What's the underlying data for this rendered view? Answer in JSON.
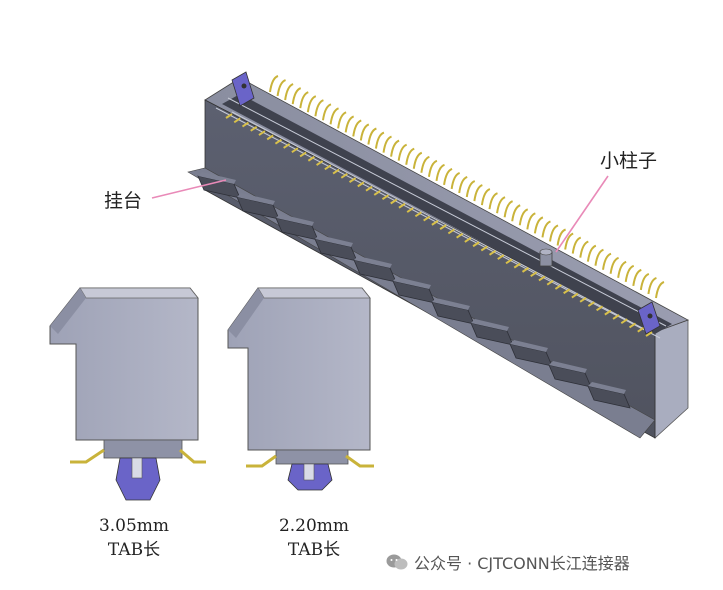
{
  "labels": {
    "hook": "挂台",
    "post": "小柱子"
  },
  "variants": [
    {
      "dimension": "3.05mm",
      "name": "TAB长"
    },
    {
      "dimension": "2.20mm",
      "name": "TAB长"
    }
  ],
  "watermark": {
    "text": "公众号 · CJTCONN长江连接器"
  },
  "colors": {
    "body": "#6b6f7f",
    "body_light": "#a7abbd",
    "pins": "#c9b33a",
    "post": "#6a64c8",
    "callout": "#e98ab8"
  }
}
